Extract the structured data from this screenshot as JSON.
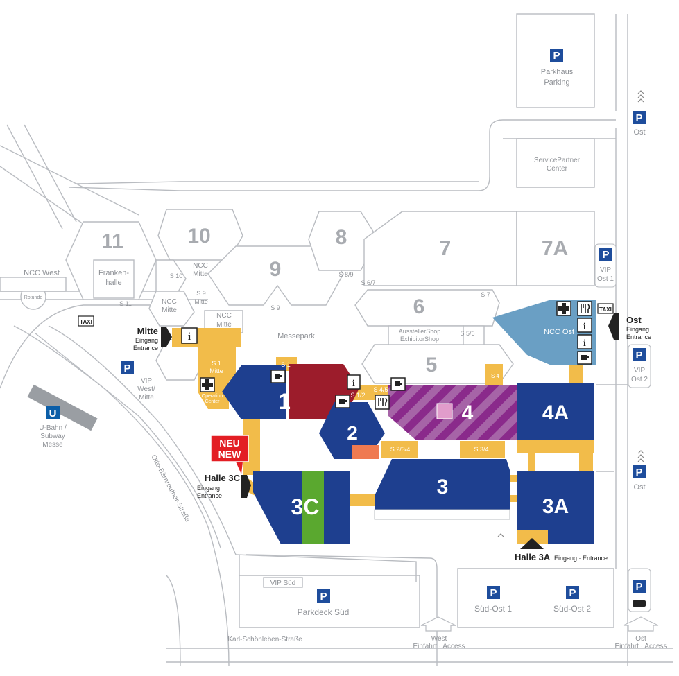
{
  "colors": {
    "hall_blue": "#1e3f8f",
    "hall_red": "#9c1c2b",
    "hall_purple": "#8a2a8b",
    "hall_green": "#5aa82f",
    "walkway_yellow": "#f2bc4a",
    "ncc_ost_blue": "#6a9fc4",
    "neu_red": "#e31e24",
    "parking_blue": "#1e4d9c",
    "ubahn_blue": "#0b5ea8",
    "road_grey": "#b9bcc1",
    "tram_grey": "#9a9ea3"
  },
  "halls": {
    "h1": "1",
    "h2": "2",
    "h3": "3",
    "h3a": "3A",
    "h3c": "3C",
    "h4": "4",
    "h4a": "4A",
    "h5": "5",
    "h6": "6",
    "h7": "7",
    "h7a": "7A",
    "h8": "8",
    "h9": "9",
    "h10": "10",
    "h11": "11"
  },
  "buildings": {
    "ncc_west": "NCC West",
    "frankenhalle": [
      "Franken-",
      "halle"
    ],
    "rotunde": "Rotunde",
    "ncc_mitte_1": [
      "NCC",
      "Mitte"
    ],
    "ncc_mitte_2": [
      "NCC",
      "Mitte"
    ],
    "ncc_mitte_3": [
      "NCC",
      "Mitte"
    ],
    "ncc_ost": "NCC Ost",
    "messepark": "Messepark",
    "ausstellershop": [
      "AusstellerShop",
      "ExhibitorShop"
    ],
    "servicepartner": [
      "ServicePartner",
      "Center"
    ],
    "parkhaus": [
      "Parkhaus",
      "Parking"
    ],
    "operation_center": [
      "Operation",
      "Center"
    ]
  },
  "passages": {
    "s1": "S 1",
    "s1_mitte": [
      "S 1",
      "Mitte"
    ],
    "s1_2": "S 1/2",
    "s4_5": "S 4/5",
    "s4": "S 4",
    "s2_3_4": "S 2/3/4",
    "s3_4": "S 3/4",
    "s5_6": "S 5/6",
    "s6_7": "S 6/7",
    "s7": "S 7",
    "s8_9": "S 8/9",
    "s9": "S 9",
    "s9_mitte": [
      "S 9",
      "Mitte"
    ],
    "s10": "S 10",
    "s11": "S 11"
  },
  "entrances": {
    "mitte": {
      "title": "Mitte",
      "sub1": "Eingang",
      "sub2": "Entrance"
    },
    "ost": {
      "title": "Ost",
      "sub1": "Eingang",
      "sub2": "Entrance"
    },
    "halle3c": {
      "title": "Halle 3C",
      "sub1": "Eingang",
      "sub2": "Entrance"
    },
    "halle3a": {
      "title": "Halle 3A",
      "sub": "Eingang · Entrance"
    }
  },
  "new_badge": [
    "NEU",
    "NEW"
  ],
  "parking": {
    "symbol": "P",
    "ost_top": "Ost",
    "vip_ost1": [
      "VIP",
      "Ost 1"
    ],
    "vip_ost2": [
      "VIP",
      "Ost 2"
    ],
    "ost_mid": "Ost",
    "vip_west": [
      "VIP",
      "West/",
      "Mitte"
    ],
    "parkdeck_sued": "Parkdeck Süd",
    "vip_sued": "VIP Süd",
    "sued_ost_1": "Süd-Ost 1",
    "sued_ost_2": "Süd-Ost 2"
  },
  "transit": {
    "ubahn_symbol": "U",
    "ubahn": [
      "U-Bahn /",
      "Subway",
      "Messe"
    ],
    "taxi": "TAXI"
  },
  "streets": {
    "otto": "Otto-Bärnreuther-Straße",
    "karl": "Karl-Schönleben-Straße"
  },
  "access": {
    "west": [
      "West",
      "Einfahrt · Access"
    ],
    "ost": [
      "Ost",
      "Einfahrt · Access"
    ]
  },
  "icons": {
    "info": "i",
    "first_aid": "first-aid-icon",
    "restaurant": "restaurant-icon",
    "cafe": "cafe-icon",
    "parking": "parking-icon",
    "ubahn": "ubahn-icon",
    "bus": "bus-icon",
    "taxi": "taxi-icon",
    "entrance_arrow": "entrance-arrow-icon"
  }
}
